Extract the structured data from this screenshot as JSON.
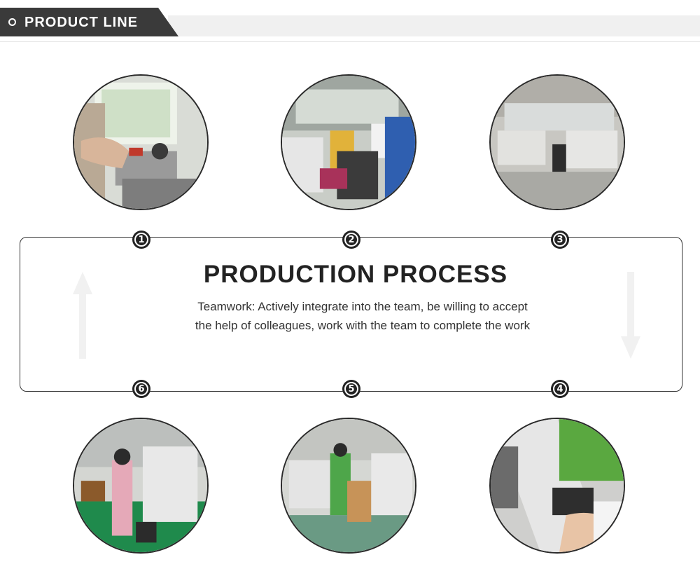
{
  "header": {
    "title": "PRODUCT LINE",
    "icon": "circle-icon"
  },
  "process": {
    "title": "PRODUCTION PROCESS",
    "description": "Teamwork: Actively integrate into the team, be willing to accept the help of colleagues, work with the team to complete the work",
    "arrow_left": "up-arrow-icon",
    "arrow_right": "down-arrow-icon"
  },
  "steps": [
    {
      "number": "1"
    },
    {
      "number": "2"
    },
    {
      "number": "3"
    },
    {
      "number": "4"
    },
    {
      "number": "5"
    },
    {
      "number": "6"
    }
  ],
  "colors": {
    "header_dark": "#3a3a3a",
    "header_light": "#f0f0f0",
    "badge": "#222222",
    "border": "#333333"
  }
}
